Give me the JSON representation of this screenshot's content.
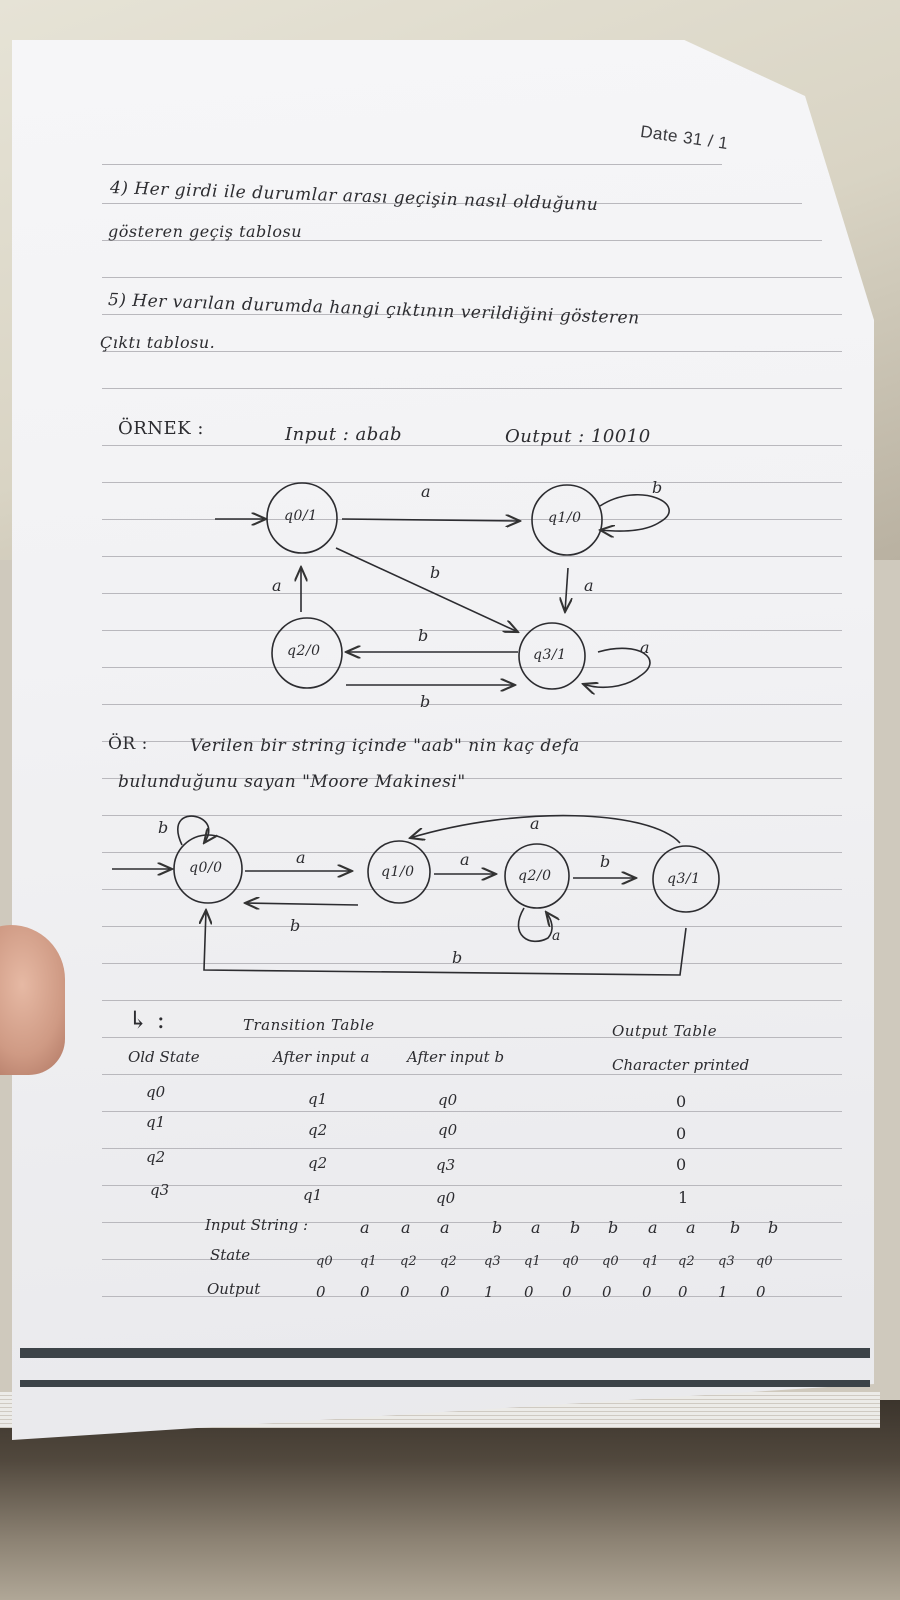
{
  "header": {
    "date_label": "Date 31 / 1"
  },
  "notes": {
    "line4_a": "4) Her girdi ile durumlar arası geçişin nasıl olduğunu",
    "line4_b": "gösteren geçiş tablosu",
    "line5_a": "5) Her varılan durumda hangi çıktının verildiğini gösteren",
    "line5_b": "Çıktı tablosu."
  },
  "example1": {
    "heading": "ÖRNEK :",
    "input_text": "Input : abab",
    "output_text": "Output : 10010"
  },
  "diagram1": {
    "states": [
      "q0/1",
      "q1/0",
      "q2/0",
      "q3/1"
    ],
    "edge_labels": [
      "a",
      "b",
      "a",
      "a",
      "b",
      "a",
      "b",
      "b"
    ]
  },
  "example2": {
    "heading": "ÖR :",
    "line1": "Verilen bir string içinde \"aab\" nin kaç defa",
    "line2": "bulunduğunu sayan \"Moore Makinesi\""
  },
  "diagram2": {
    "states": [
      "q0/0",
      "q1/0",
      "q2/0",
      "q3/1"
    ],
    "edge_labels": [
      "b",
      "a",
      "a",
      "b",
      "a",
      "b",
      "a",
      "b"
    ]
  },
  "tables": {
    "arrow": "↳ :",
    "transition_title": "Transition Table",
    "output_title": "Output Table",
    "headers": [
      "Old State",
      "After input a",
      "After input b",
      "Character printed"
    ],
    "rows": [
      [
        "q0",
        "q1",
        "q0",
        "0"
      ],
      [
        "q1",
        "q2",
        "q0",
        "0"
      ],
      [
        "q2",
        "q2",
        "q3",
        "0"
      ],
      [
        "q3",
        "q1",
        "q0",
        "1"
      ]
    ]
  },
  "trace": {
    "input_label": "Input String :",
    "input_values": [
      "a",
      "a",
      "a",
      "b",
      "a",
      "b",
      "b",
      "a",
      "a",
      "b",
      "b"
    ],
    "state_label": "State",
    "state_values": [
      "q0",
      "q1",
      "q2",
      "q2",
      "q3",
      "q1",
      "q0",
      "q0",
      "q1",
      "q2",
      "q3",
      "q0"
    ],
    "output_label": "Output",
    "output_values": [
      "0",
      "0",
      "0",
      "0",
      "1",
      "0",
      "0",
      "0",
      "0",
      "0",
      "1",
      "0"
    ]
  }
}
